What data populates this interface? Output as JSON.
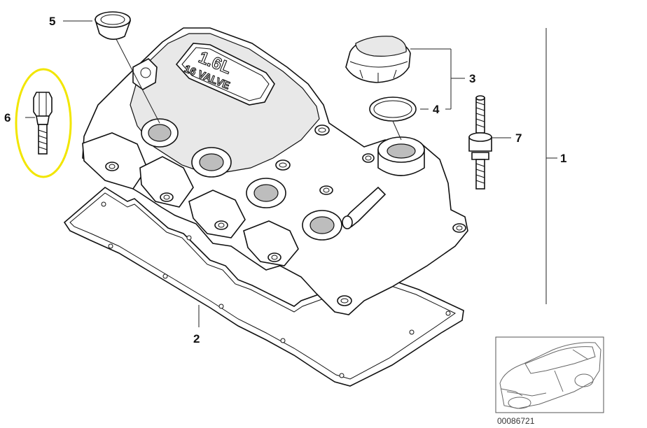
{
  "diagram": {
    "callouts": [
      {
        "id": "c1",
        "label": "1"
      },
      {
        "id": "c2",
        "label": "2"
      },
      {
        "id": "c3",
        "label": "3"
      },
      {
        "id": "c4",
        "label": "4"
      },
      {
        "id": "c5",
        "label": "5"
      },
      {
        "id": "c6",
        "label": "6"
      },
      {
        "id": "c7",
        "label": "7"
      }
    ],
    "cover_emboss_line1": "1.6L",
    "cover_emboss_line2": "16 VALVE",
    "diagram_code": "00086721",
    "highlight_color": "#f2e600"
  }
}
